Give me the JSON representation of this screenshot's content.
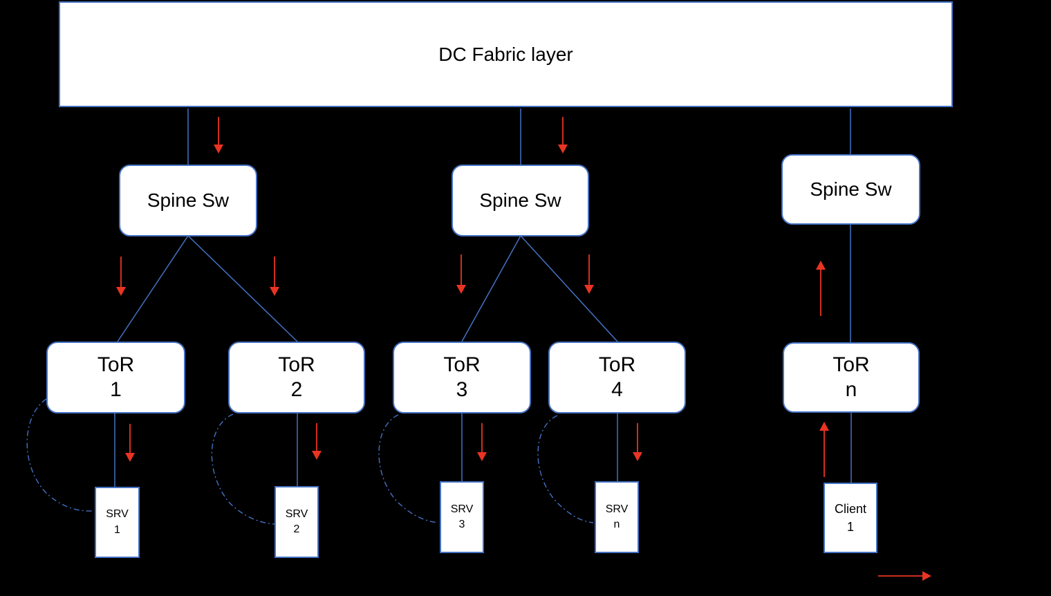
{
  "diagram": {
    "fabric": {
      "label": "DC Fabric layer"
    },
    "spines": [
      {
        "label": "Spine Sw"
      },
      {
        "label": "Spine Sw"
      },
      {
        "label": "Spine Sw"
      }
    ],
    "tors": [
      {
        "name": "ToR",
        "number": "1"
      },
      {
        "name": "ToR",
        "number": "2"
      },
      {
        "name": "ToR",
        "number": "3"
      },
      {
        "name": "ToR",
        "number": "4"
      },
      {
        "name": "ToR",
        "number": "n"
      }
    ],
    "endpoints": [
      {
        "name": "SRV",
        "number": "1"
      },
      {
        "name": "SRV",
        "number": "2"
      },
      {
        "name": "SRV",
        "number": "3"
      },
      {
        "name": "SRV",
        "number": "n"
      },
      {
        "name": "Client",
        "number": "1"
      }
    ],
    "colors": {
      "background": "#000000",
      "node_fill": "#ffffff",
      "node_border": "#4472c4",
      "connector": "#4472c4",
      "arrow": "#ea3423",
      "label_text": "#000000"
    }
  }
}
